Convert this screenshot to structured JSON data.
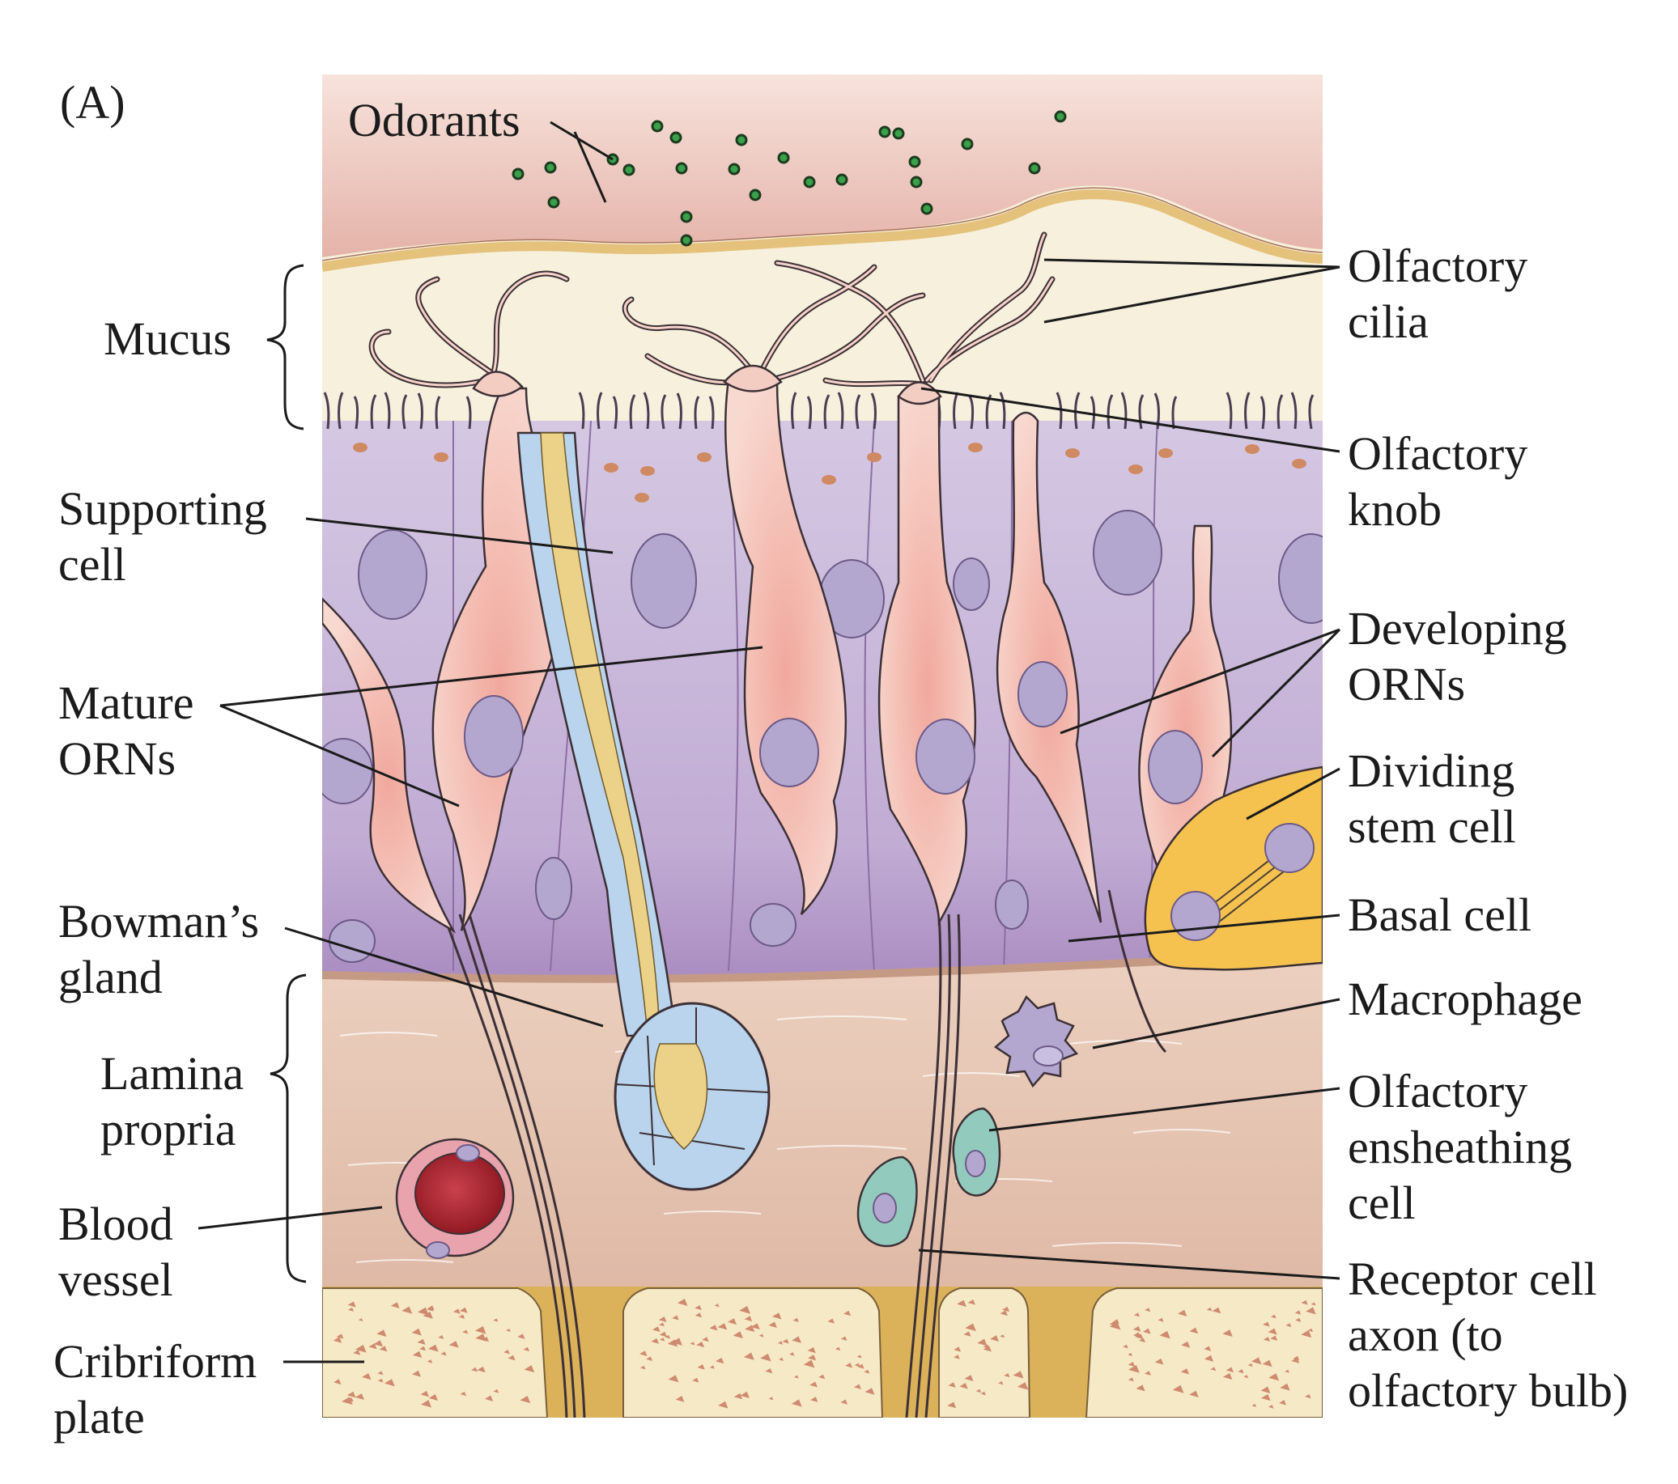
{
  "panel_label": "(A)",
  "labels": {
    "odorants": "Odorants",
    "mucus": "Mucus",
    "supporting_cell": [
      "Supporting",
      "cell"
    ],
    "mature_orns": [
      "Mature",
      "ORNs"
    ],
    "bowmans_gland": [
      "Bowman’s",
      "gland"
    ],
    "lamina_propria": [
      "Lamina",
      "propria"
    ],
    "blood_vessel": [
      "Blood",
      "vessel"
    ],
    "cribriform_plate": [
      "Cribriform",
      "plate"
    ],
    "olfactory_cilia": [
      "Olfactory",
      "cilia"
    ],
    "olfactory_knob": [
      "Olfactory",
      "knob"
    ],
    "developing_orns": [
      "Developing",
      "ORNs"
    ],
    "dividing_stem_cell": [
      "Dividing",
      "stem cell"
    ],
    "basal_cell": "Basal cell",
    "macrophage": "Macrophage",
    "olfactory_ensheathing_cell": [
      "Olfactory",
      "ensheathing",
      "cell"
    ],
    "receptor_cell_axon": [
      "Receptor cell",
      "axon (to",
      "olfactory bulb)"
    ]
  },
  "colors": {
    "air": "#e9b3a8",
    "mucus": "#f7f0dc",
    "mucus_line": "#e4c27c",
    "supporting_cell": "#cbb9da",
    "nucleus": "#b4a7cf",
    "orn": "#f4cdc2",
    "orn_dark": "#ec9f94",
    "gland": "#b9d4ec",
    "gland_duct": "#ecd189",
    "lamina": "#e7c7b4",
    "stem_cell": "#f6c24f",
    "ensheathing": "#92cbbd",
    "blood": "#a8212e",
    "bone": "#f6e9c6",
    "bone_spot": "#cf8b70",
    "odorant": "#3aa04a"
  }
}
